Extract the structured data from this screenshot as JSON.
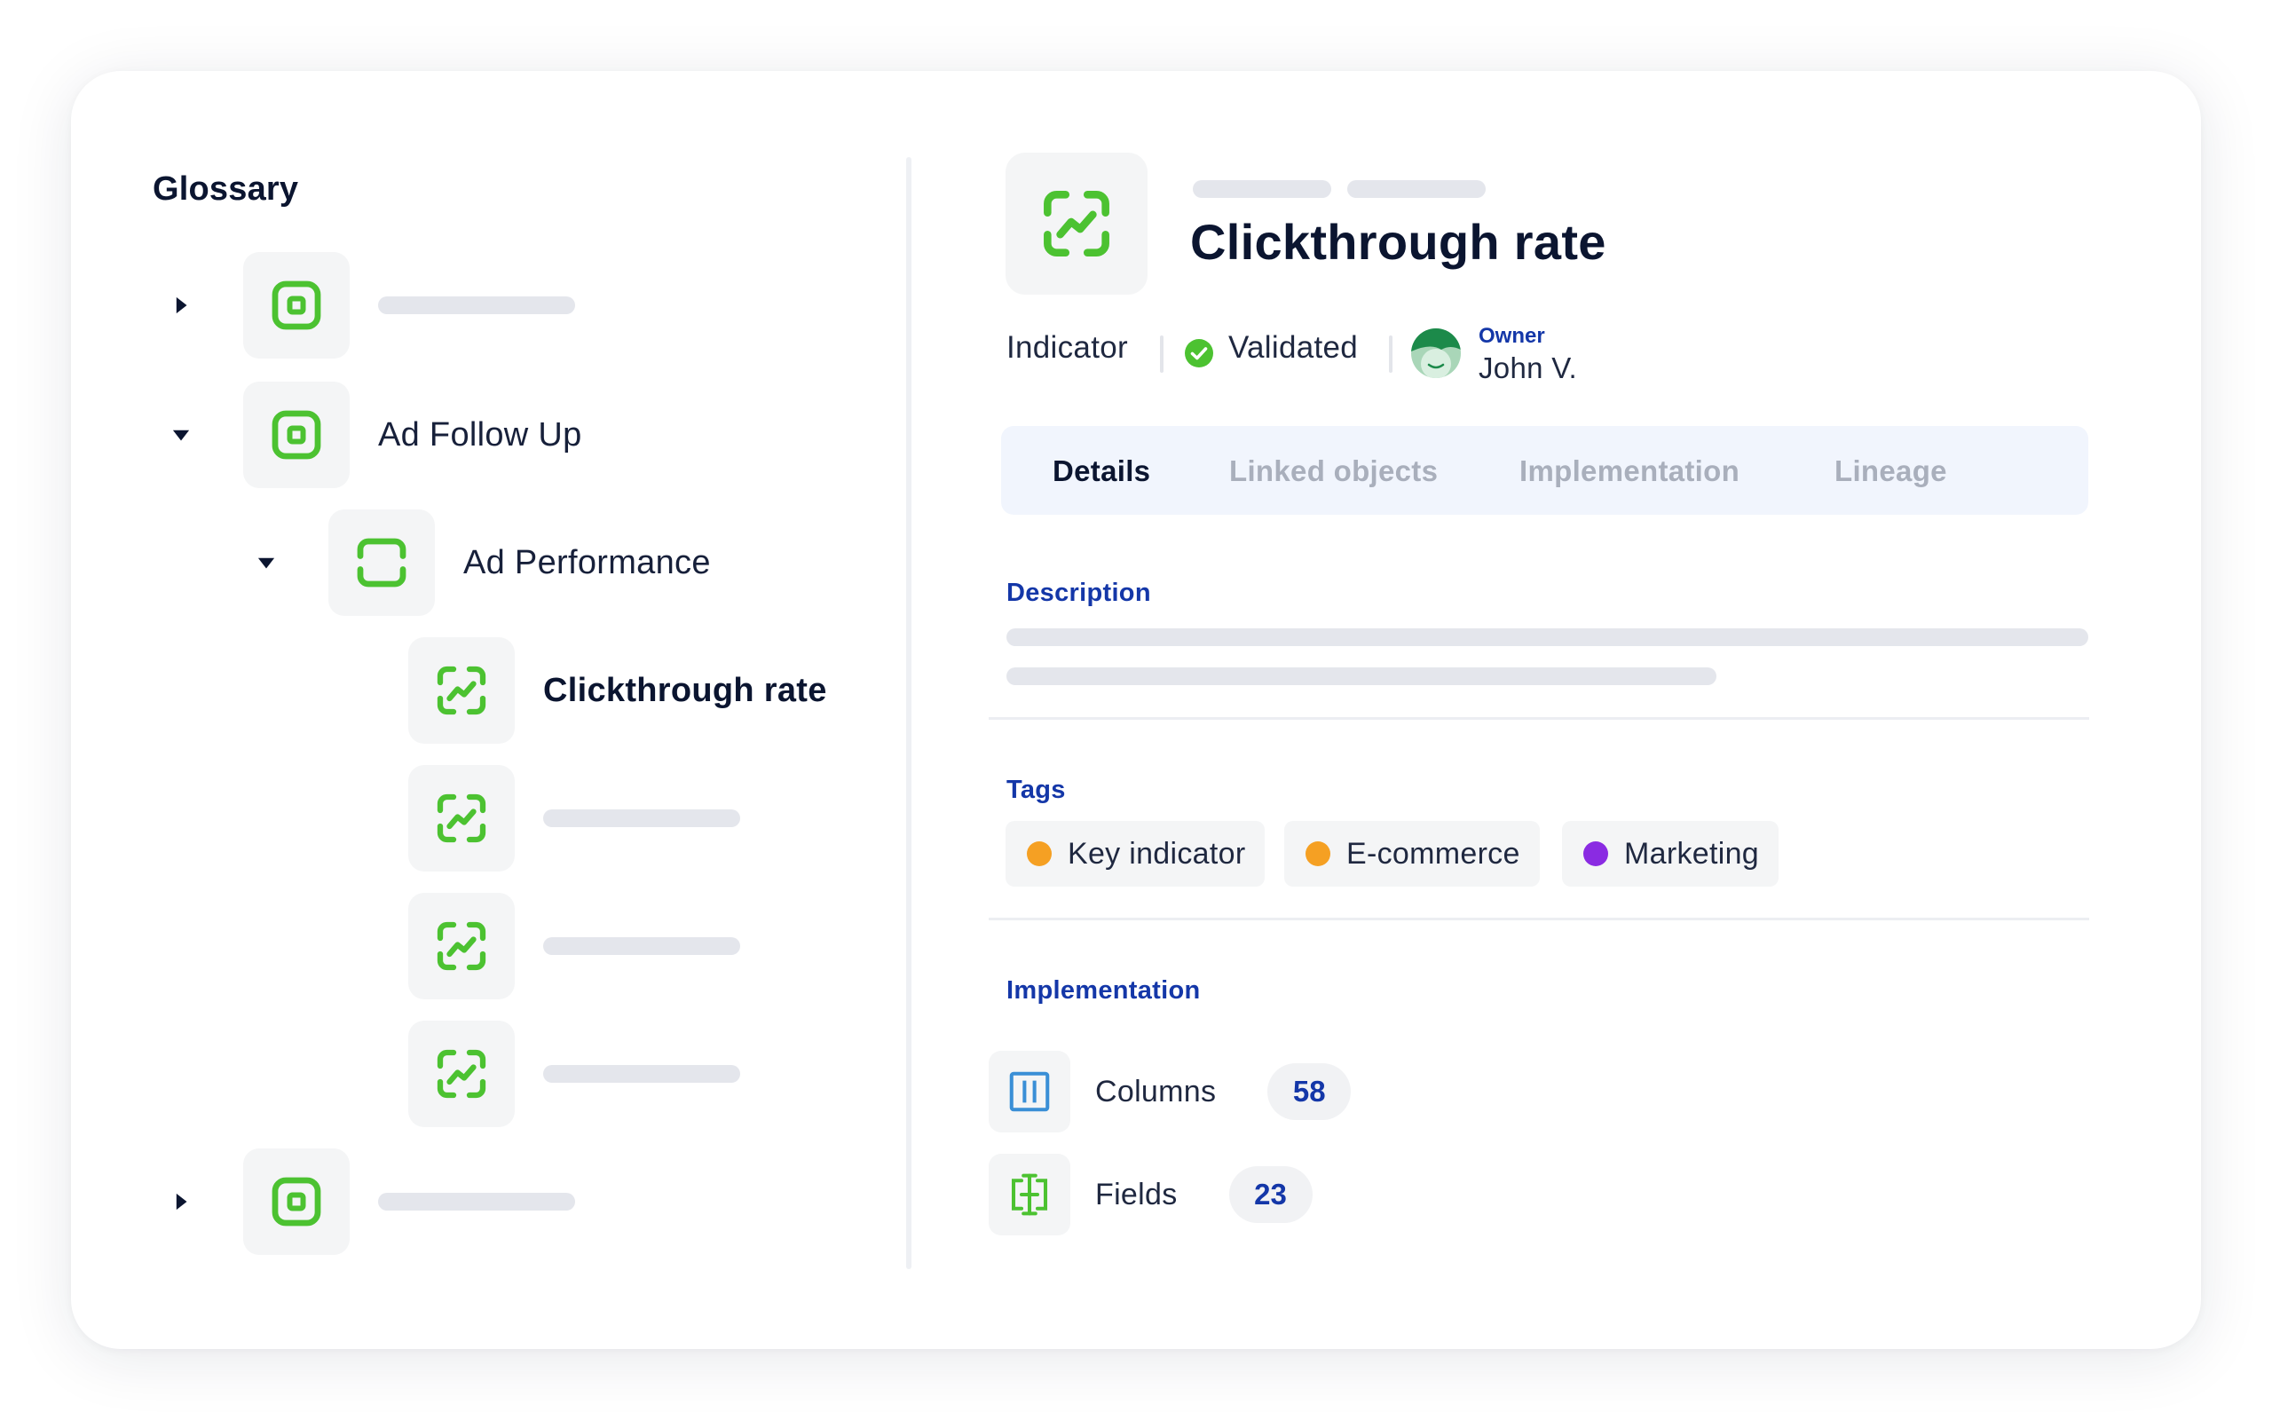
{
  "glossary": {
    "title": "Glossary",
    "items": [
      {
        "label": "",
        "expanded": false,
        "icon": "category-icon"
      },
      {
        "label": "Ad Follow Up",
        "expanded": true,
        "icon": "category-icon"
      },
      {
        "label": "Ad Performance",
        "expanded": true,
        "icon": "group-icon"
      },
      {
        "label": "Clickthrough rate",
        "selected": true,
        "icon": "indicator-icon"
      },
      {
        "label": "",
        "icon": "indicator-icon"
      },
      {
        "label": "",
        "icon": "indicator-icon"
      },
      {
        "label": "",
        "icon": "indicator-icon"
      },
      {
        "label": "",
        "expanded": false,
        "icon": "category-icon"
      }
    ]
  },
  "detail": {
    "title": "Clickthrough rate",
    "icon": "indicator-icon",
    "type": "Indicator",
    "status": "Validated",
    "owner_label": "Owner",
    "owner_name": "John V."
  },
  "tabs": [
    {
      "label": "Details",
      "active": true
    },
    {
      "label": "Linked objects",
      "active": false
    },
    {
      "label": "Implementation",
      "active": false
    },
    {
      "label": "Lineage",
      "active": false
    }
  ],
  "sections": {
    "description": "Description",
    "tags": "Tags",
    "implementation": "Implementation"
  },
  "tags": [
    {
      "label": "Key indicator",
      "color": "#f5a023"
    },
    {
      "label": "E-commerce",
      "color": "#f5a023"
    },
    {
      "label": "Marketing",
      "color": "#8a2be2"
    }
  ],
  "implementation": [
    {
      "label": "Columns",
      "count": "58",
      "icon": "columns-icon"
    },
    {
      "label": "Fields",
      "count": "23",
      "icon": "field-icon"
    }
  ],
  "colors": {
    "accent_green": "#4cc231",
    "accent_blue": "#1437a8",
    "text_dark": "#0b1530"
  }
}
